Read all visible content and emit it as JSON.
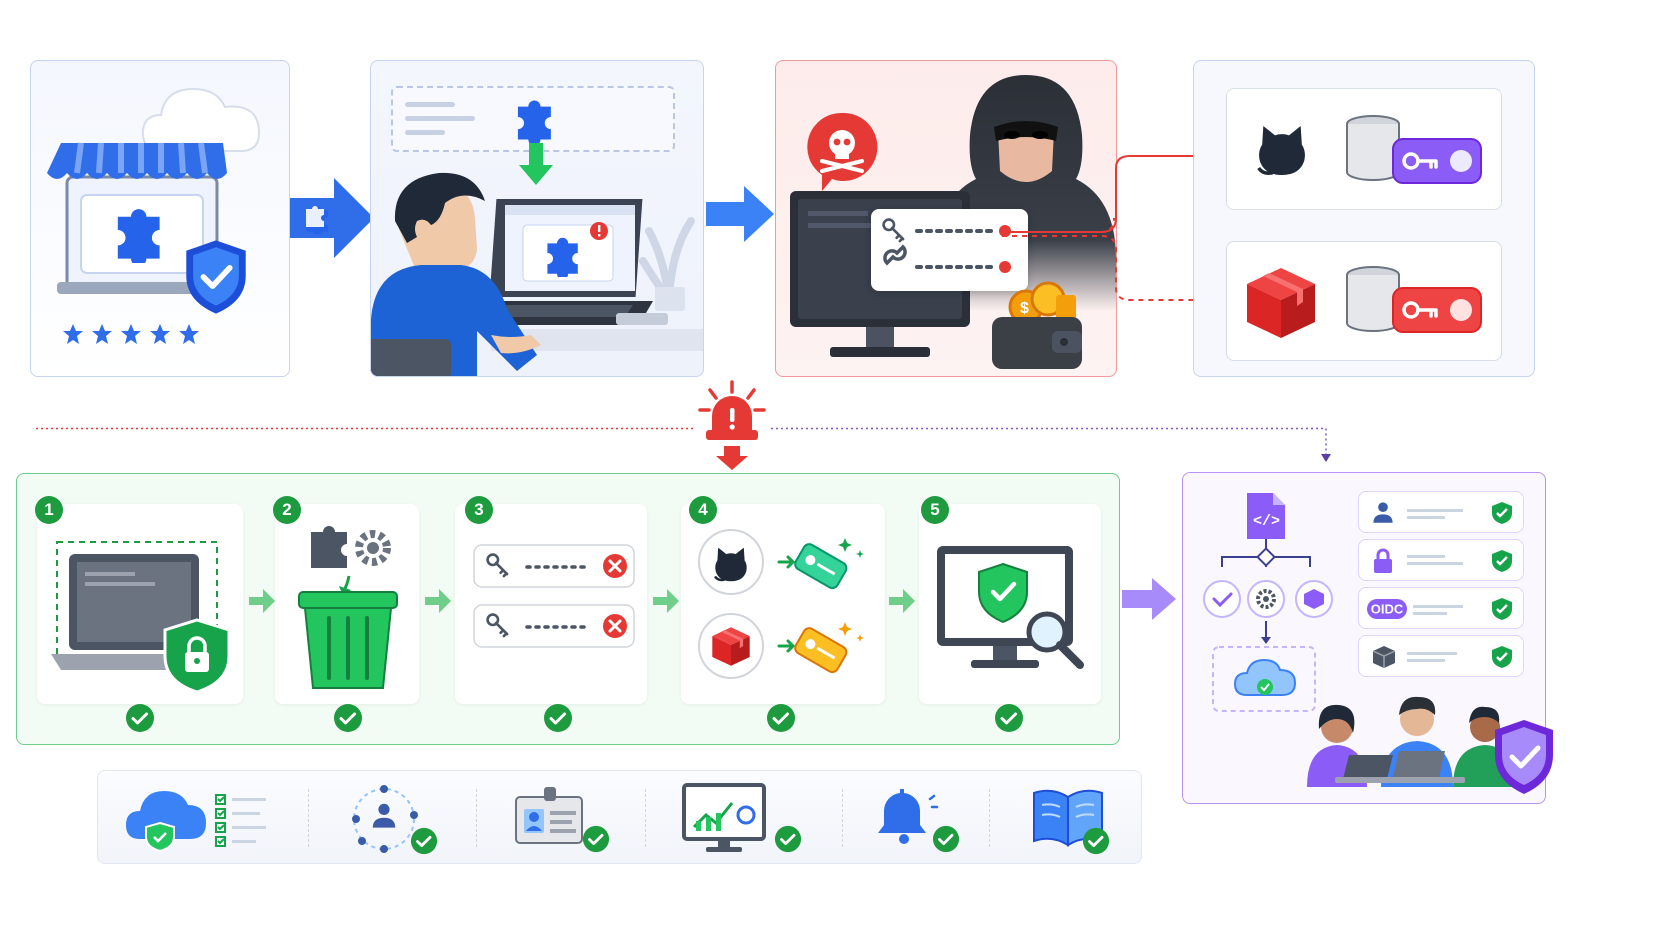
{
  "steps": [
    {
      "number": "1",
      "icon": "laptop-lock-icon"
    },
    {
      "number": "2",
      "icon": "trash-extension-icon"
    },
    {
      "number": "3",
      "icon": "revoke-keys-icon"
    },
    {
      "number": "4",
      "icon": "rotate-tokens-icon"
    },
    {
      "number": "5",
      "icon": "monitor-scan-icon"
    }
  ],
  "security_panel": {
    "oidc_label": "OIDC"
  },
  "bottom_icons": [
    "cloud-checklist-icon",
    "team-network-icon",
    "id-badge-icon",
    "monitor-analytics-icon",
    "bell-alert-icon",
    "book-icon"
  ],
  "colors": {
    "brand_blue": "#2f6ee8",
    "danger_red": "#e53935",
    "success_green": "#1e9a3f",
    "purple": "#8b5cf6"
  }
}
